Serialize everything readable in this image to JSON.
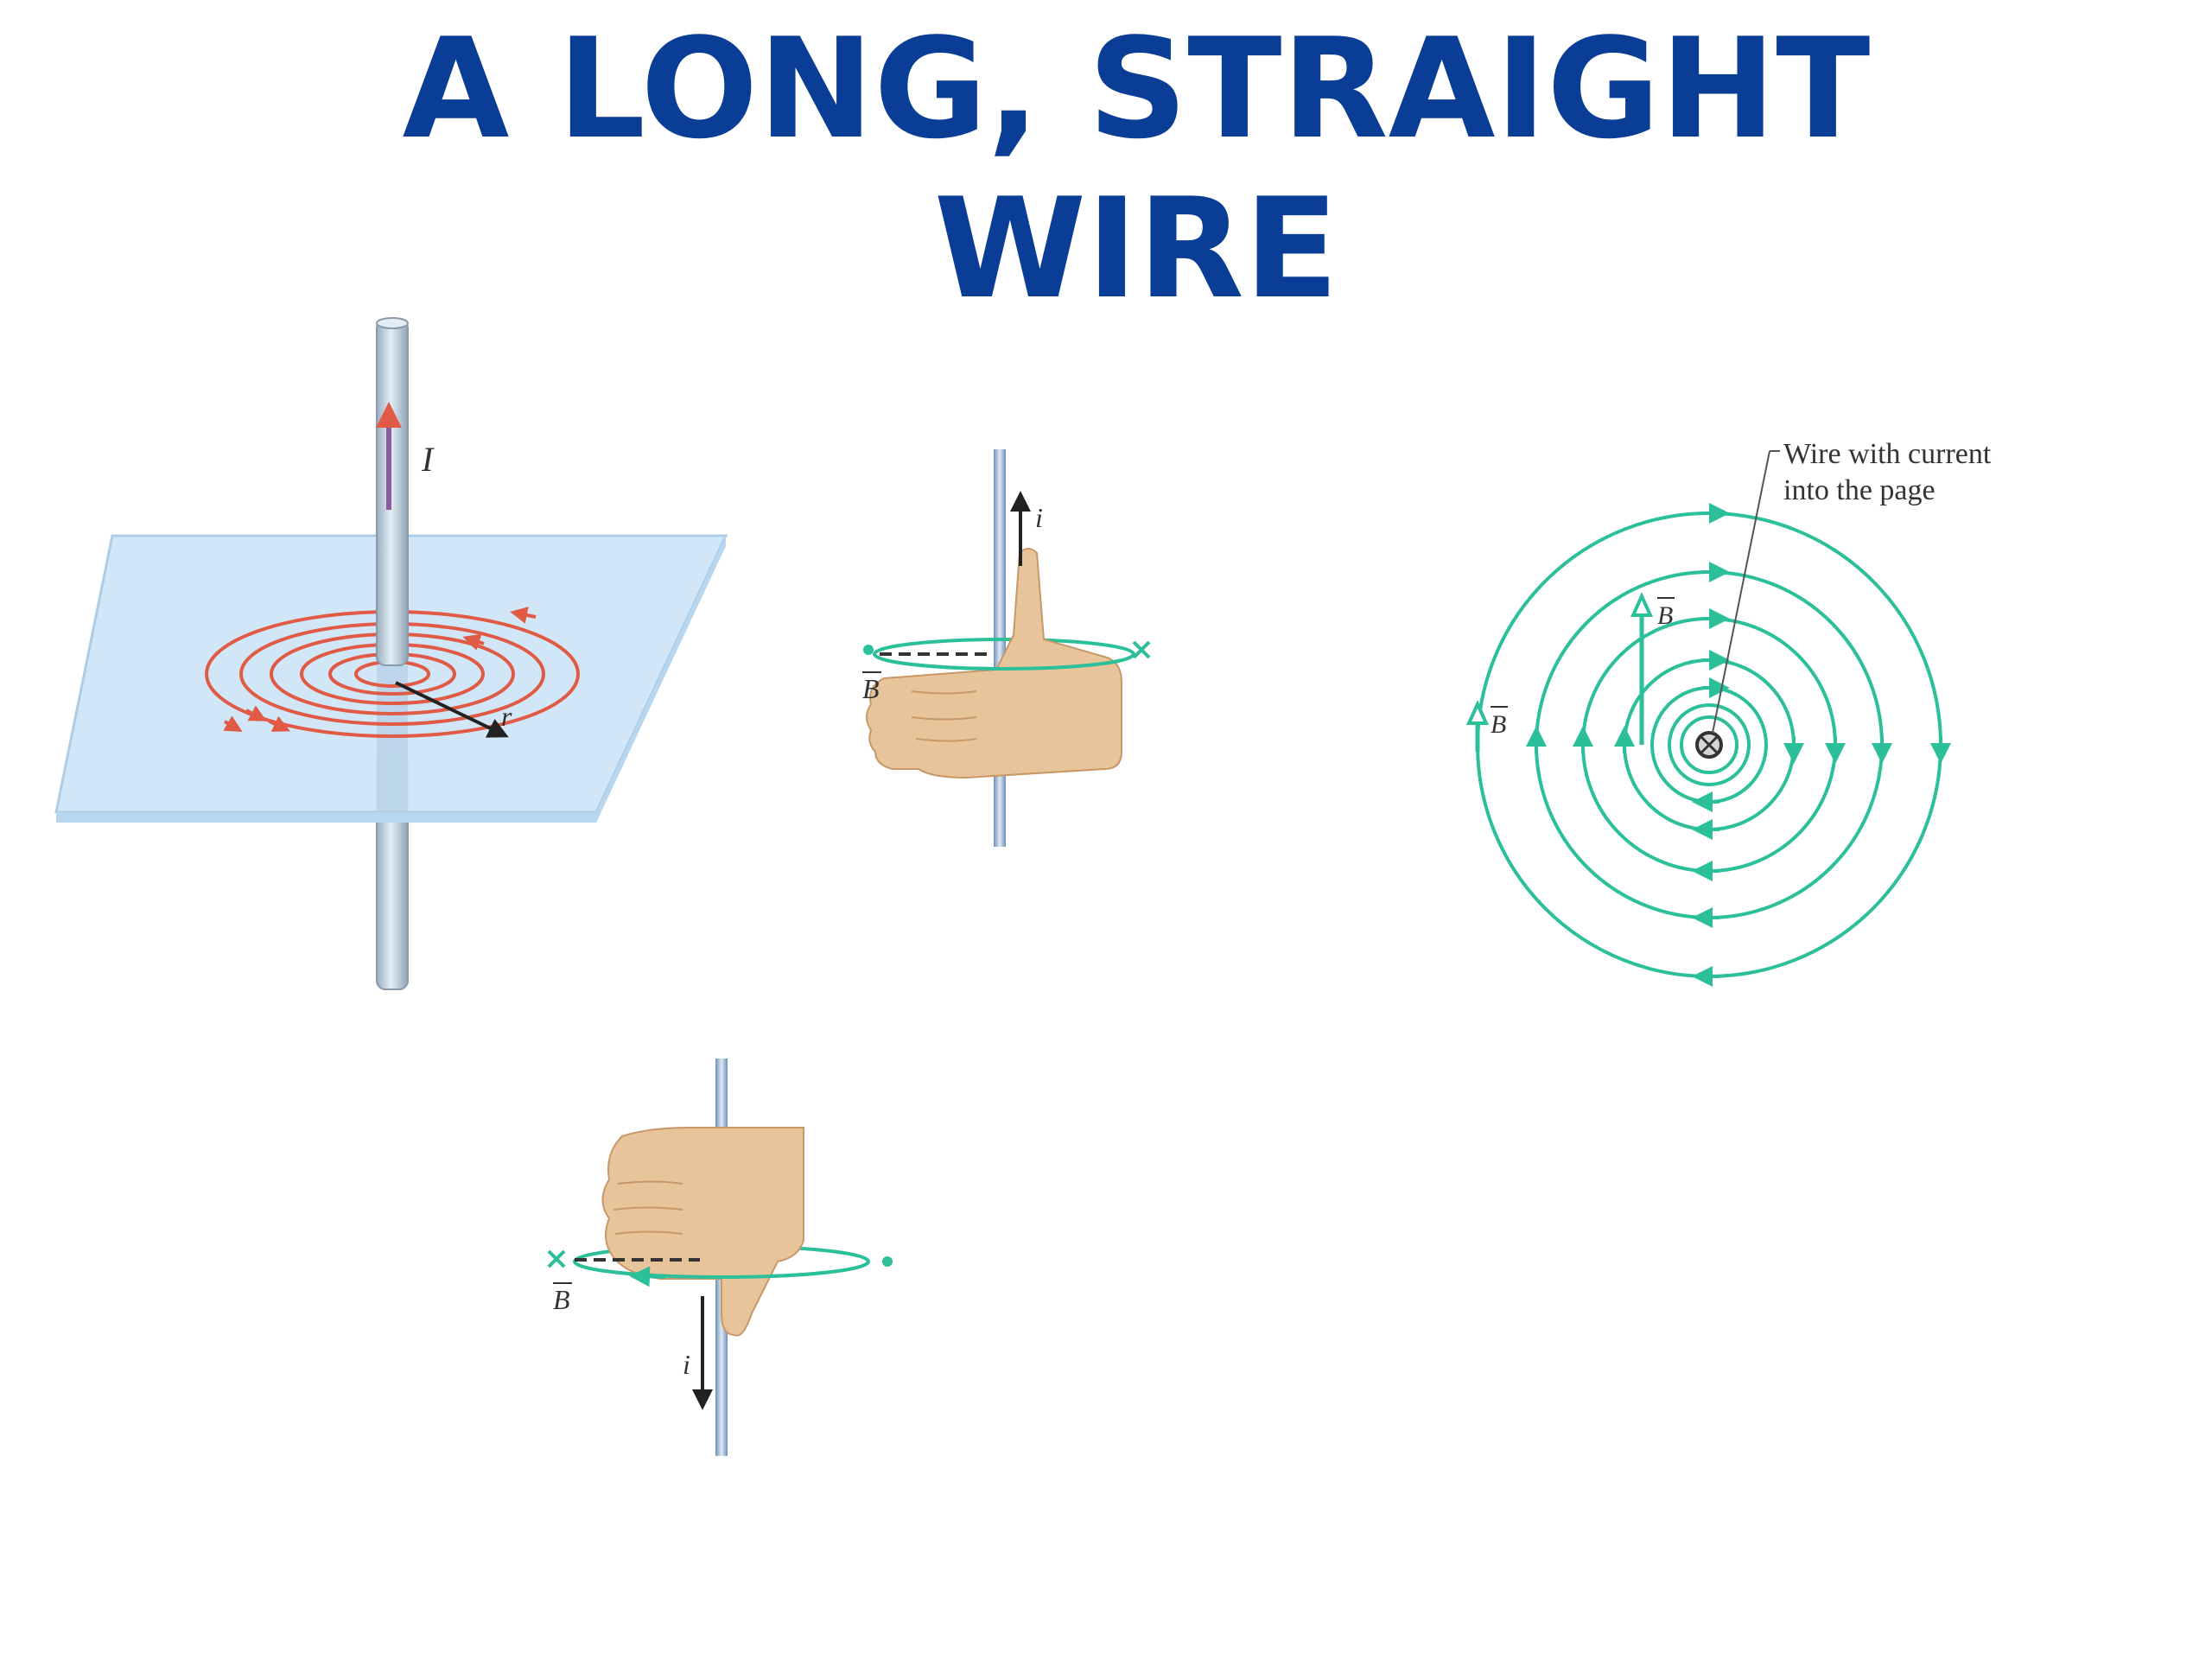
{
  "slide": {
    "title_line1": "A LONG, STRAIGHT",
    "title_line2": "WIRE"
  },
  "fig_wire_plane": {
    "current_label": "I",
    "radius_label": "r"
  },
  "fig_hand_up": {
    "current_label": "i",
    "field_label": "B"
  },
  "fig_hand_down": {
    "current_label": "i",
    "field_label": "B"
  },
  "fig_top_view": {
    "wire_note_line1": "Wire with current",
    "wire_note_line2": "into the page",
    "field_label_inner": "B",
    "field_label_outer": "B"
  },
  "colors": {
    "title": "#0a3d96",
    "field_lines_red": "#e05a45",
    "field_lines_green": "#2bbf9a",
    "plane": "#cfe6f7",
    "wire": "#bccbd8",
    "skin": "#e8c49a"
  }
}
